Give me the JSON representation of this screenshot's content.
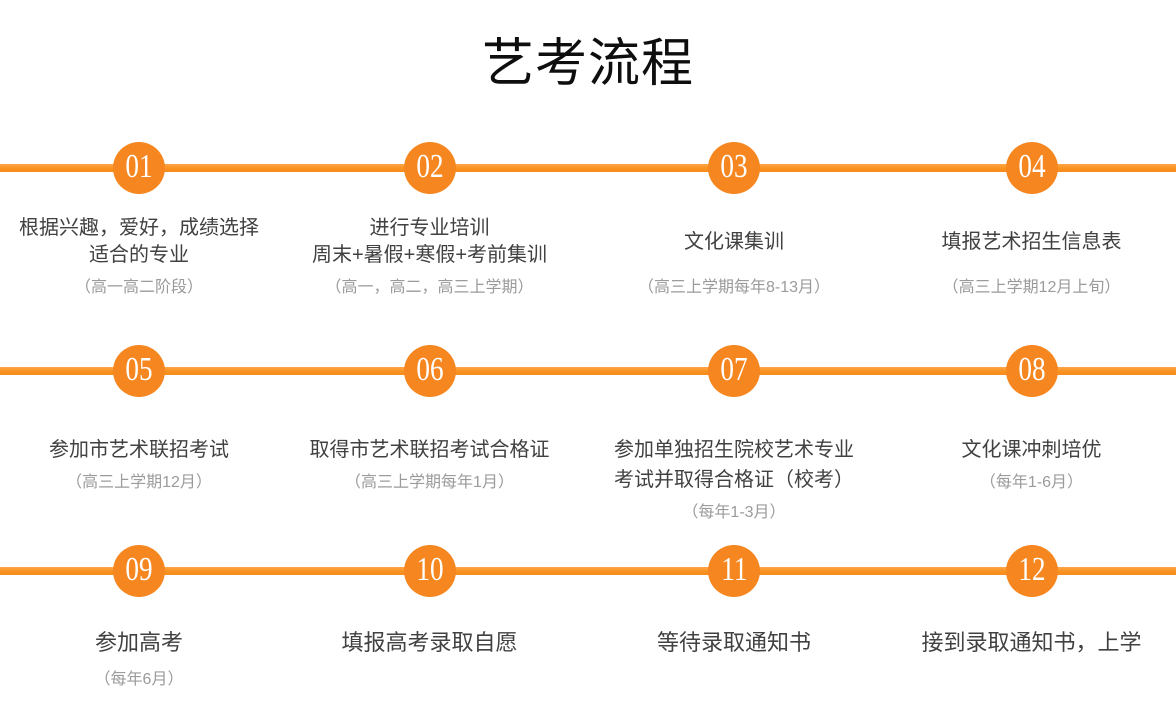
{
  "page": {
    "title": "艺考流程"
  },
  "colors": {
    "circle_fill": "#F6861F",
    "line_orange": "#F9921F",
    "number_text": "#FFFFFF",
    "title_text": "#0E0E0E",
    "step_text": "#414141",
    "note_text": "#9B9B9B",
    "background": "#FFFFFF"
  },
  "steps": [
    {
      "number": "01",
      "lines": [
        "根据兴趣，爱好，成绩选择",
        "适合的专业"
      ],
      "note": "（高一高二阶段）"
    },
    {
      "number": "02",
      "lines": [
        "进行专业培训",
        "周末+暑假+寒假+考前集训"
      ],
      "note": "（高一，高二，高三上学期）"
    },
    {
      "number": "03",
      "lines": [
        "文化课集训"
      ],
      "note": "（高三上学期每年8-13月）"
    },
    {
      "number": "04",
      "lines": [
        "填报艺术招生信息表"
      ],
      "note": "（高三上学期12月上旬）"
    },
    {
      "number": "05",
      "lines": [
        "参加市艺术联招考试"
      ],
      "note": "（高三上学期12月）"
    },
    {
      "number": "06",
      "lines": [
        "取得市艺术联招考试合格证"
      ],
      "note": "（高三上学期每年1月）"
    },
    {
      "number": "07",
      "lines": [
        "参加单独招生院校艺术专业",
        "考试并取得合格证（校考）"
      ],
      "note": "（每年1-3月）"
    },
    {
      "number": "08",
      "lines": [
        "文化课冲刺培优"
      ],
      "note": "（每年1-6月）"
    },
    {
      "number": "09",
      "lines": [
        "参加高考"
      ],
      "note": "（每年6月）"
    },
    {
      "number": "10",
      "lines": [
        "填报高考录取自愿"
      ],
      "note": ""
    },
    {
      "number": "11",
      "lines": [
        "等待录取通知书"
      ],
      "note": ""
    },
    {
      "number": "12",
      "lines": [
        "接到录取通知书，上学"
      ],
      "note": ""
    }
  ]
}
